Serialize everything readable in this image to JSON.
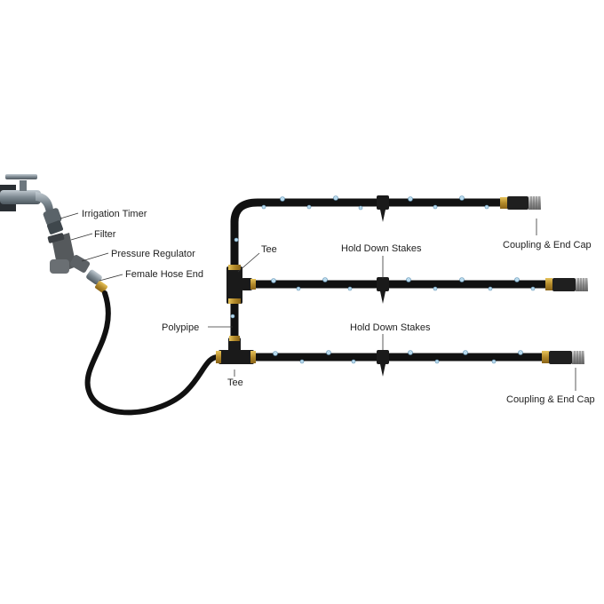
{
  "labels": {
    "irrigation_timer": "Irrigation Timer",
    "filter": "Filter",
    "pressure_regulator": "Pressure Regulator",
    "female_hose_end": "Female Hose End",
    "polypipe": "Polypipe",
    "tee_upper": "Tee",
    "tee_lower": "Tee",
    "hold_down_stakes_upper": "Hold Down Stakes",
    "hold_down_stakes_lower": "Hold Down Stakes",
    "coupling_end_cap_upper": "Coupling & End Cap",
    "coupling_end_cap_lower": "Coupling & End Cap"
  },
  "colors": {
    "pipe": "#111111",
    "fitting": "#c9a13a",
    "tap": "#8f9aa3",
    "end_cap": "#8a8a8a",
    "label_text": "#222222",
    "leader_line": "#333333"
  },
  "icons": {
    "tap": "garden-tap-icon",
    "droplet": "water-droplet-icon"
  }
}
